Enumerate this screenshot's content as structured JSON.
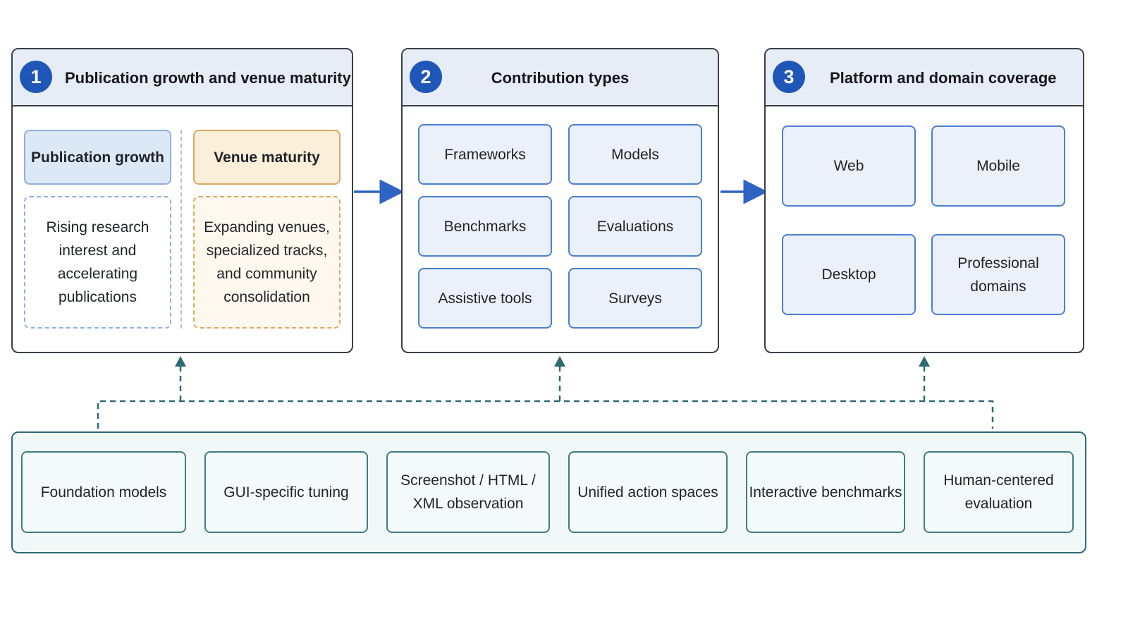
{
  "panels": [
    {
      "number": "1",
      "title": "Publication growth and venue maturity"
    },
    {
      "number": "2",
      "title": "Contribution types"
    },
    {
      "number": "3",
      "title": "Platform and domain coverage"
    }
  ],
  "publication": {
    "growth_title": "Publication growth",
    "growth_desc": [
      "Rising research",
      "interest and",
      "accelerating",
      "publications"
    ],
    "venue_title": "Venue maturity",
    "venue_desc": [
      "Expanding venues,",
      "specialized tracks,",
      "and community",
      "consolidation"
    ]
  },
  "contribution_types": [
    "Frameworks",
    "Models",
    "Benchmarks",
    "Evaluations",
    "Assistive tools",
    "Surveys"
  ],
  "platforms": {
    "web": "Web",
    "mobile": "Mobile",
    "desktop": "Desktop",
    "professional": [
      "Professional",
      "domains"
    ]
  },
  "foundations": {
    "foundation_models": "Foundation models",
    "gui_tuning": "GUI-specific tuning",
    "observation": [
      "Screenshot / HTML /",
      "XML observation"
    ],
    "action_spaces": "Unified action spaces",
    "interactive_benchmarks": "Interactive benchmarks",
    "human_eval": [
      "Human-centered",
      "evaluation"
    ]
  },
  "colors": {
    "badge": "#1f57b8",
    "arrow_blue": "#2f63c4",
    "teal": "#2d6b73",
    "header_bg": "#e6edf7"
  }
}
